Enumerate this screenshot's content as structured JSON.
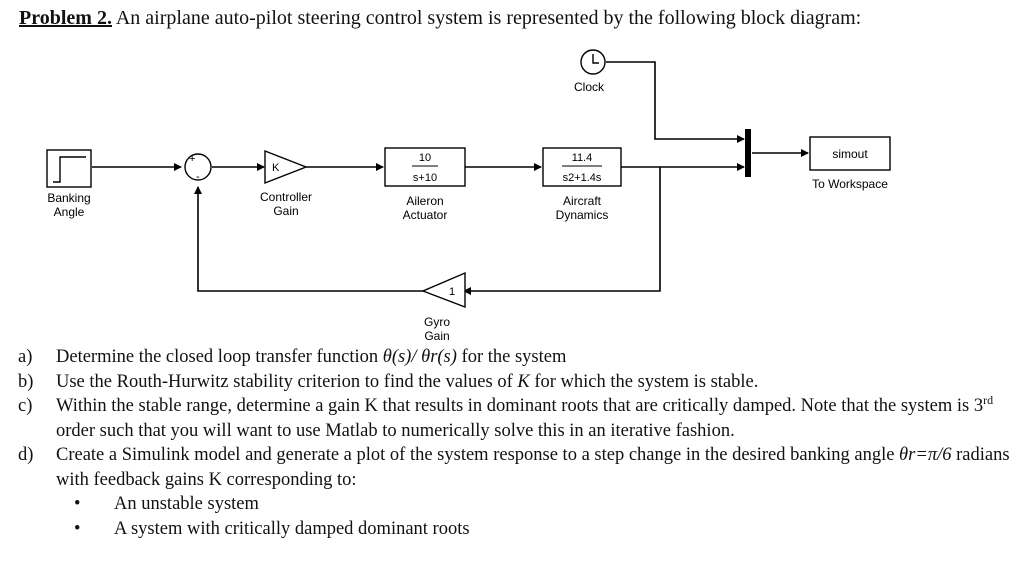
{
  "title": {
    "problem_label": "Problem 2.",
    "text": "An airplane auto-pilot steering control system is represented by the following block diagram:"
  },
  "diagram": {
    "clock_label": "Clock",
    "banking_label_1": "Banking",
    "banking_label_2": "Angle",
    "gain_symbol": "K",
    "controller_label_1": "Controller",
    "controller_label_2": "Gain",
    "aileron_num": "10",
    "aileron_den": "s+10",
    "aileron_label_1": "Aileron",
    "aileron_label_2": "Actuator",
    "aircraft_num": "11.4",
    "aircraft_den": "s2+1.4s",
    "aircraft_label_1": "Aircraft",
    "aircraft_label_2": "Dynamics",
    "simout_label": "simout",
    "workspace_label": "To Workspace",
    "gyro_value": "1",
    "gyro_label_1": "Gyro",
    "gyro_label_2": "Gain"
  },
  "questions": {
    "a_letter": "a)",
    "a_text_1": "Determine the closed loop transfer function ",
    "a_math": "θ(s)/ θr(s)",
    "a_text_2": " for the system",
    "b_letter": "b)",
    "b_text_1": "Use the Routh-Hurwitz stability criterion to find the values of ",
    "b_k": "K",
    "b_text_2": " for which the system is stable.",
    "c_letter": "c)",
    "c_text_1": "Within the stable range, determine a gain K that results in dominant roots that are critically damped. Note that the system is 3",
    "c_sup": "rd",
    "c_text_2": " order such that you will want to use Matlab to numerically solve this in an iterative fashion.",
    "d_letter": "d)",
    "d_text_1": "Create a Simulink model and generate a plot of the system response to a step change in the desired banking angle ",
    "d_math": "θr=π/6",
    "d_text_2": " radians with feedback gains K corresponding to:",
    "bullet_1": "An unstable system",
    "bullet_2": "A system with critically damped dominant roots"
  }
}
